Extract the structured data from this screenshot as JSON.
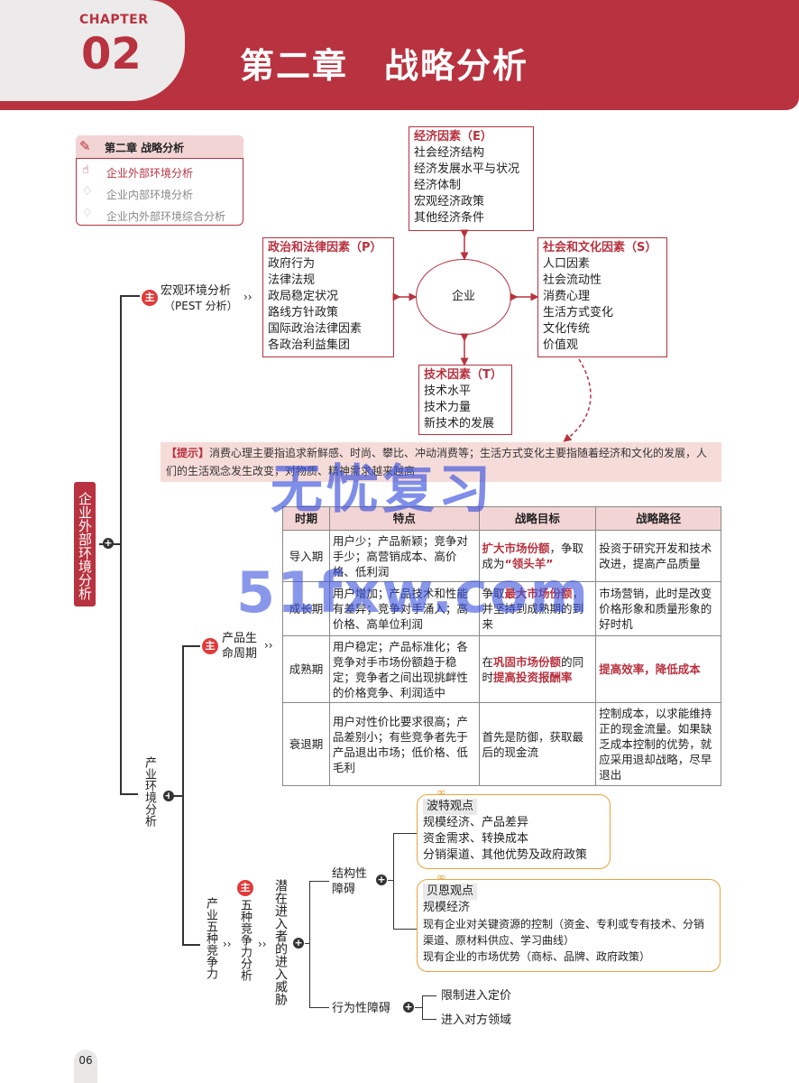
{
  "header": {
    "chapter_word": "CHAPTER",
    "chapter_number": "02",
    "title": "第二章　战略分析"
  },
  "nav": {
    "title": "第二章 战略分析",
    "items": [
      "企业外部环境分析",
      "企业内部环境分析",
      "企业内外部环境综合分析"
    ]
  },
  "pest": {
    "economic": {
      "title": "经济因素（E）",
      "items": [
        "社会经济结构",
        "经济发展水平与状况",
        "经济体制",
        "宏观经济政策",
        "其他经济条件"
      ]
    },
    "political": {
      "title": "政治和法律因素（P）",
      "items": [
        "政府行为",
        "法律法规",
        "政局稳定状况",
        "路线方针政策",
        "国际政治法律因素",
        "各政治利益集团"
      ]
    },
    "social": {
      "title": "社会和文化因素（S）",
      "items": [
        "人口因素",
        "社会流动性",
        "消费心理",
        "生活方式变化",
        "文化传统",
        "价值观"
      ]
    },
    "technology": {
      "title": "技术因素（T）",
      "items": [
        "技术水平",
        "技术力量",
        "新技术的发展"
      ]
    },
    "center": "企业"
  },
  "macro": {
    "label": "宏观环境分析",
    "sub": "（PEST 分析）",
    "tag": "主"
  },
  "tip": {
    "label": "【提示】",
    "text": "消费心理主要指追求新鲜感、时尚、攀比、冲动消费等；生活方式变化主要指随着经济和文化的发展，人们的生活观念发生改变，对物质、精神需求越来越高"
  },
  "side_tag": "企业外部环境分析",
  "industry_label": "产业环境分析",
  "lifecycle": {
    "label": "产品生命周期",
    "tag": "主",
    "headers": [
      "时期",
      "特点",
      "战略目标",
      "战略路径"
    ]
  },
  "lc_rows": [
    {
      "period": "导入期",
      "feature": "用户少；产品新颖；竞争对手少；高营销成本、高价格、低利润",
      "goal_a": "扩大市场份额",
      "goal_b": "，争取成为",
      "goal_c": "“领头羊”",
      "path": "投资于研究开发和技术改进，提高产品质量"
    },
    {
      "period": "成长期",
      "feature": "用户增加；产品技术和性能有差异；竞争对手涌入；高价格、高单位利润",
      "goal_a": "争取",
      "goal_b": "最大市场份额",
      "goal_c": "，并坚持到成熟期的到来",
      "path": "市场营销，此时是改变价格形象和质量形象的好时机"
    },
    {
      "period": "成熟期",
      "feature": "用户稳定；产品标准化；各竞争对手市场份额趋于稳定；竞争者之间出现挑衅性的价格竞争、利润适中",
      "goal_a": "在",
      "goal_b": "巩固市场份额",
      "goal_c": "的同时",
      "goal_d": "提高投资报酬率",
      "path": "提高效率，降低成本"
    },
    {
      "period": "衰退期",
      "feature": "用户对性价比要求很高；产品差别小；有些竞争者先于产品退出市场；低价格、低毛利",
      "goal_a": "首先是防御，获取最后的现金流",
      "path": "控制成本，以求能维持正的现金流量。如果缺乏成本控制的优势，就应采用退却战略，尽早退出"
    }
  ],
  "five_forces": {
    "label": "产业五种竞争力",
    "sub": "五种竞争力分析",
    "tag": "主",
    "threat": "潜在进入者的进入威胁",
    "structural": "结构性障碍",
    "behavioral": "行为性障碍",
    "porter": {
      "title": "波特观点",
      "items": [
        "规模经济、产品差异",
        "资金需求、转换成本",
        "分销渠道、其他优势及政府政策"
      ]
    },
    "bain": {
      "title": "贝恩观点",
      "items": [
        "规模经济",
        "现有企业对关键资源的控制（资金、专利或专有技术、分销渠道、原材料供应、学习曲线）",
        "现有企业的市场优势（商标、品牌、政府政策）"
      ]
    },
    "behavioral_items": [
      "限制进入定价",
      "进入对方领域"
    ]
  },
  "page_number": "06",
  "watermark": {
    "line1": "无忧复习",
    "line2": "51fxw.com"
  }
}
